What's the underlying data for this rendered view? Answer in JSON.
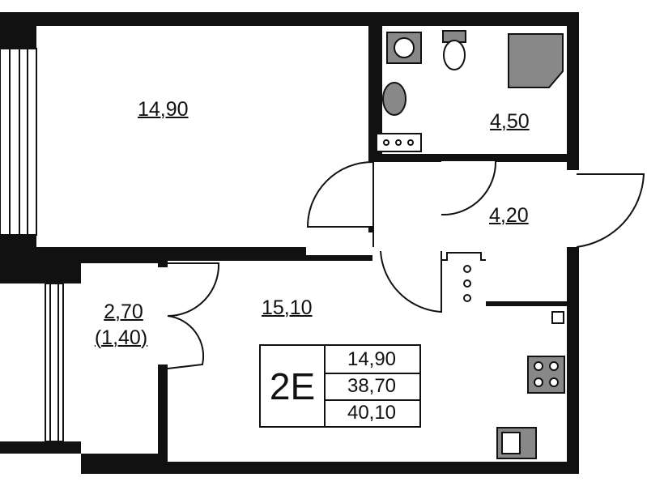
{
  "rooms": {
    "room": {
      "area": "14,90"
    },
    "bathroom": {
      "area": "4,50"
    },
    "hallway": {
      "area": "4,20"
    },
    "kitchen_living": {
      "area": "15,10"
    },
    "balcony": {
      "area": "2,70",
      "reduced_area": "(1,40)"
    }
  },
  "summary": {
    "apartment_type": "2E",
    "living_area": "14,90",
    "total_area": "38,70",
    "total_with_balcony": "40,10"
  },
  "colors": {
    "wall": "#111111",
    "fixture": "#808080",
    "background": "#ffffff"
  }
}
